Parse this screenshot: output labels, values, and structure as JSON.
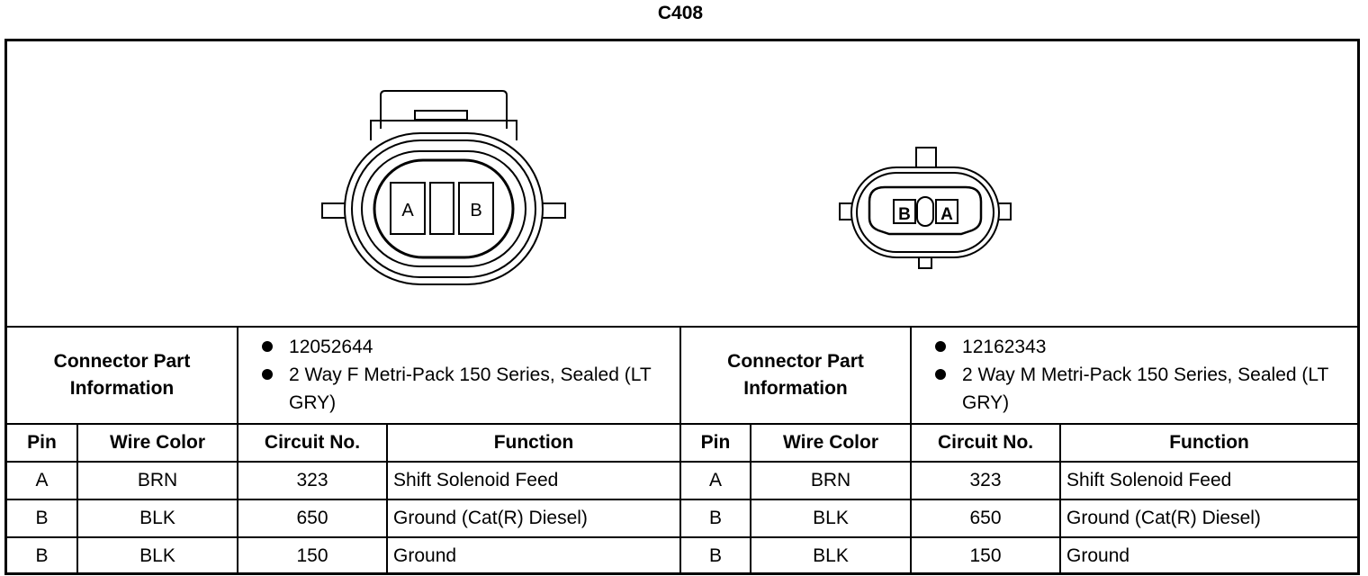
{
  "title": "C408",
  "connectors": [
    {
      "header": "Connector Part Information",
      "part_info": [
        "12052644",
        "2 Way F Metri-Pack 150 Series, Sealed (LT GRY)"
      ],
      "pin_labels": [
        "A",
        "B"
      ]
    },
    {
      "header": "Connector Part Information",
      "part_info": [
        "12162343",
        "2 Way M Metri-Pack 150 Series, Sealed (LT GRY)"
      ],
      "pin_labels": [
        "B",
        "A"
      ]
    }
  ],
  "columns": [
    "Pin",
    "Wire Color",
    "Circuit No.",
    "Function"
  ],
  "rows": [
    [
      "A",
      "BRN",
      "323",
      "Shift Solenoid Feed",
      "A",
      "BRN",
      "323",
      "Shift Solenoid Feed"
    ],
    [
      "B",
      "BLK",
      "650",
      "Ground (Cat(R) Diesel)",
      "B",
      "BLK",
      "650",
      "Ground (Cat(R) Diesel)"
    ],
    [
      "B",
      "BLK",
      "150",
      "Ground",
      "B",
      "BLK",
      "150",
      "Ground"
    ]
  ]
}
